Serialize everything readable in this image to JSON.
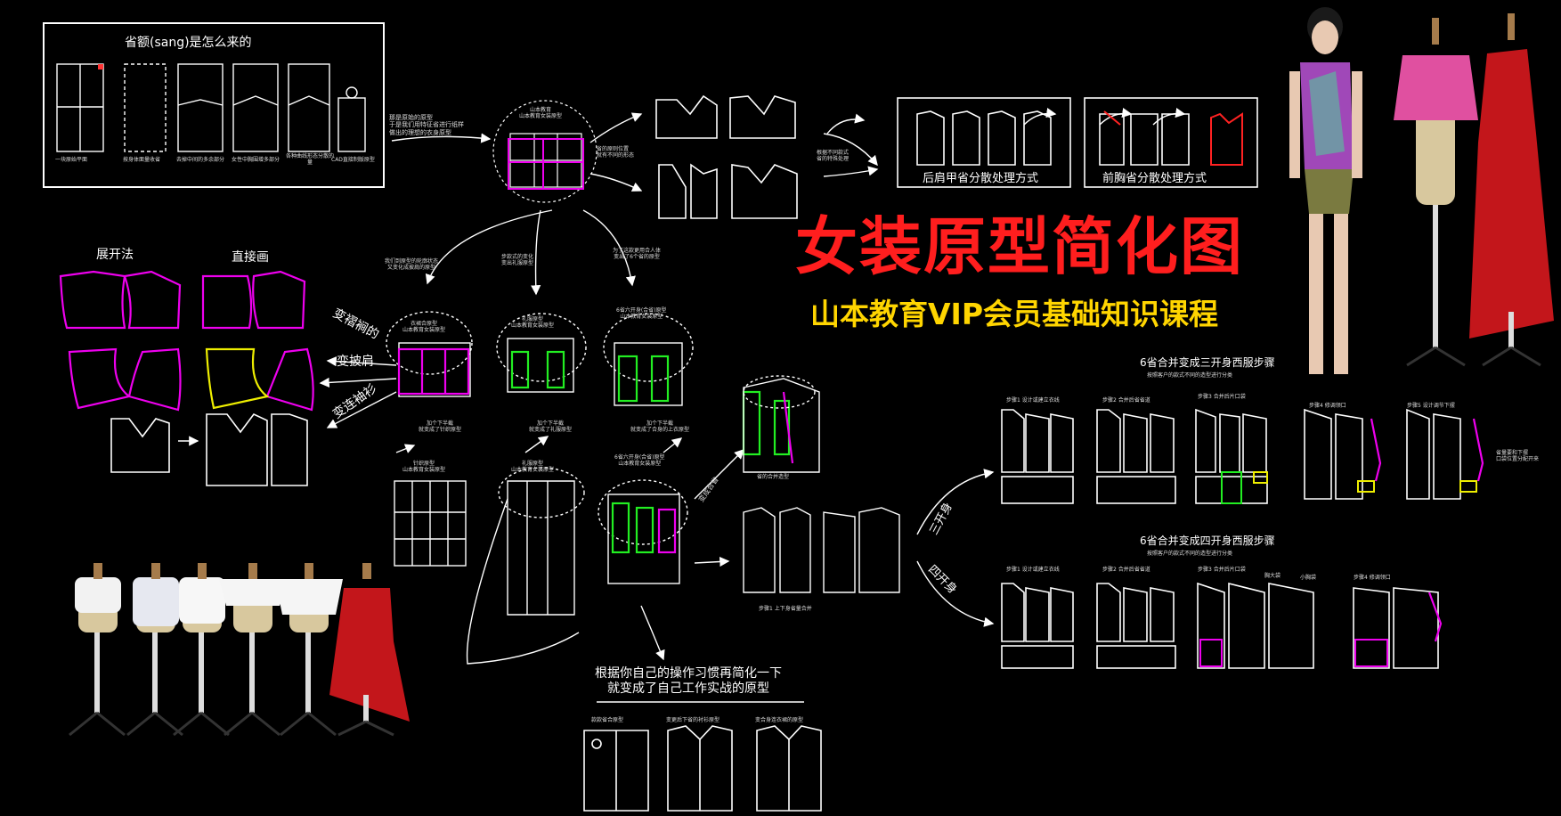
{
  "title": "女装原型简化图",
  "subtitle": "山本教育VIP会员基础知识课程",
  "dart_origin": {
    "heading": "省额(sang)是怎么来的",
    "steps": [
      "一块原始平面",
      "按身体面量收省",
      "去掉中间的多余部分",
      "女性中胸围增多部分",
      "各种曲线形态分散的量",
      "CAD直接制版原型"
    ]
  },
  "note_dart_1": "那是原始的原型\n于是我们用特征省进行纸样\n做出的理想的衣身原型",
  "center_top": "山本教育\n山本教育女装原型",
  "note_dart_2": "省的原则位置\n就有不同的形态",
  "note_dart_3": "根据不同款式\n省的特殊处理",
  "back_shoulder": "后肩甲省分散处理方式",
  "front_chest": "前胸省分散处理方式",
  "expand_method": "展开法",
  "direct_draw": "直接画",
  "arrow_labels": [
    "变褶裥的",
    "变披肩",
    "变连袖衫"
  ],
  "branch_notes": [
    "我们到原型的轮廓状态\n又变化成披肩的原型",
    "步款式的变化\n变出礼服原型",
    "为了这款更用合人体\n变出了6个省的原型"
  ],
  "proto_labels": [
    "衣裙合原型\n山本教育女装原型",
    "礼服原型\n山本教育女装原型",
    "6省六开身(合省)原型\n山本教育女装原型"
  ],
  "lower_notes": [
    "加个下半截\n就变成了针织原型",
    "加个下半截\n就变成了礼服原型",
    "加个下半截\n就变成了合身的上衣原型"
  ],
  "lower_protos": [
    "针织原型\n山本教育女装原型",
    "礼服原型\n山本教育女装原型",
    "6省六开身(合省)原型\n山本教育女装原型"
  ],
  "mid_label": "变成合省",
  "right_label": "省的合并造型",
  "bottom_label": "步骤1  上下身省量合并",
  "three_panel": "三开身",
  "four_panel": "四开身",
  "three_steps_title": "6省合并变成三开身西服步骤",
  "three_steps_sub": "按照客户的款式不同的造型进行分类",
  "three_steps": [
    "步骤1  设计或建立衣线",
    "步骤2  合并后省省道",
    "步骤3  合并后片口袋",
    "步骤4  修调领口",
    "步骤5  设计调节下摆"
  ],
  "three_side_note": "省量要和下摆\n口袋位置分配开来",
  "four_steps_title": "6省合并变成四开身西服步骤",
  "four_steps_sub": "按照客户的款式不同的造型进行分类",
  "four_steps": [
    "步骤1  设计或建立衣线",
    "步骤2  合并后省省道",
    "步骤3  合并后片口袋",
    "胸大袋",
    "步骤4  修调领口",
    "小胸袋"
  ],
  "simplify_note": "根据你自己的操作习惯再简化一下\n就变成了自己工作实战的原型",
  "simplify_labels": [
    "款款省合原型",
    "变更后下省的衬衫原型",
    "变合身连衣裙的原型"
  ]
}
